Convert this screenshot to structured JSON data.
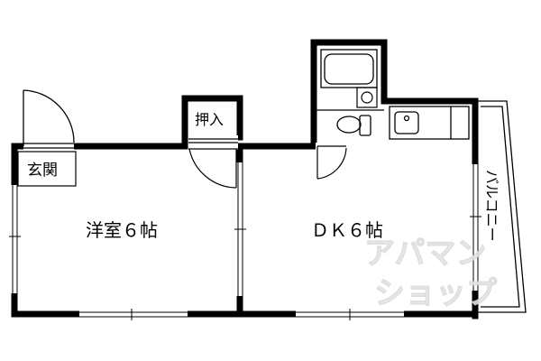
{
  "floorplan": {
    "labels": {
      "entrance": "玄関",
      "closet": "押入",
      "western_room": "洋室６帖",
      "dk": "ＤＫ６帖",
      "balcony": "バルコニー"
    },
    "watermark": {
      "line1": "アパマン",
      "line2": "ショップ"
    }
  }
}
